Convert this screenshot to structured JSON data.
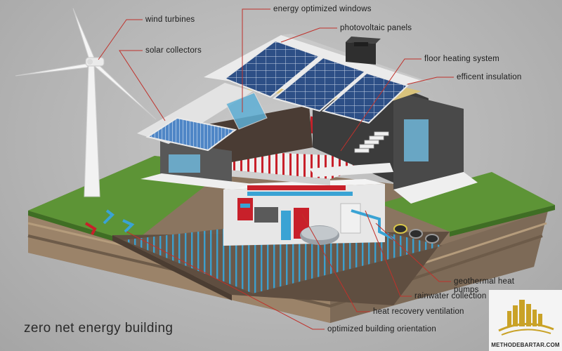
{
  "title": "zero net energy building",
  "labels": {
    "wind_turbines": "wind turbines",
    "solar_collectors": "solar collectors",
    "energy_windows": "energy optimized windows",
    "photovoltaic": "photovoltaic panels",
    "floor_heating": "floor heating system",
    "insulation": "efficent  insulation",
    "geothermal": "geothermal heat pumps",
    "rainwater": "rainwater collection",
    "ventilation": "heat recovery ventilation",
    "orientation": "optimized building orientation"
  },
  "watermark": {
    "brand_text": "METHODEBARTAR.COM"
  },
  "colors": {
    "leader_line": "#c0312b",
    "grass": "#5d9436",
    "soil": "#a3896a",
    "pipe_blue": "#3aa3d4",
    "pipe_red": "#c8202a",
    "gold": "#c9a227"
  }
}
